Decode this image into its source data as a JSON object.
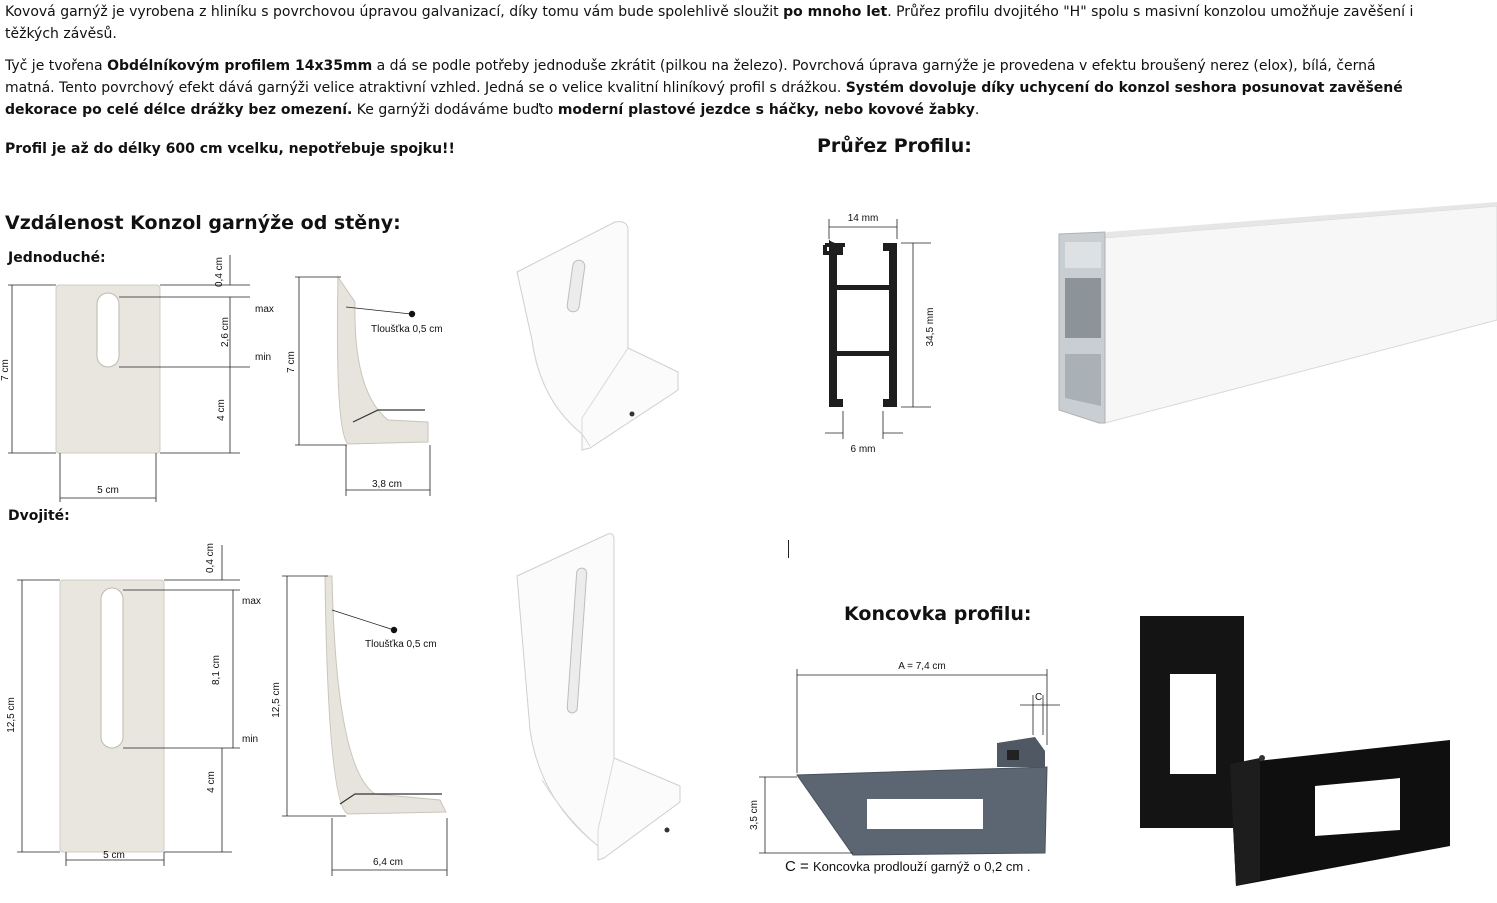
{
  "intro": {
    "p1_a": "Kovová garnýž je vyrobena z hliníku s povrchovou úpravou galvanizací, díky tomu vám bude spolehlivě sloužit ",
    "p1_b": "po mnoho let",
    "p1_c": ". Průřez profilu dvojitého \"H\" spolu s masivní konzolou umožňuje zavěšení i těžkých závěsů.",
    "p2_a": " Tyč je tvořena ",
    "p2_b": "Obdélníkovým profilem 14x35mm",
    "p2_c": " a dá se podle potřeby jednoduše zkrátit (pilkou na železo). Povrchová úprava garnýže je provedena v efektu broušený nerez (elox), bílá, černá matná. Tento povrchový efekt dává garnýži velice atraktivní vzhled. Jedná se o velice kvalitní hliníkový profil s drážkou. ",
    "p2_d": "Systém dovoluje díky uchycení do konzol seshora posunovat zavěšené dekorace po celé délce drážky bez omezení.",
    "p2_e": " Ke garnýži dodáváme buďto ",
    "p2_f": "moderní plastové jezdce s háčky, nebo kovové žabky",
    "p2_g": ".",
    "p3": "Profil je až do délky 600 cm vcelku, nepotřebuje spojku!!"
  },
  "headings": {
    "wall_distance": "Vzdálenost Konzol garnýže od stěny:",
    "single": "Jednoduché:",
    "double": "Dvojité:",
    "cross_section": "Průřez Profilu:",
    "end_cap": "Koncovka profilu:"
  },
  "single_bracket": {
    "top": "0,4 cm",
    "max": "max",
    "slot": "2,6 cm",
    "min": "min",
    "lower": "4 cm",
    "height": "7 cm",
    "width": "5 cm",
    "side_height": "7 cm",
    "thickness": "Tloušťka 0,5 cm",
    "depth": "3,8 cm"
  },
  "double_bracket": {
    "top": "0,4 cm",
    "max": "max",
    "slot": "8,1 cm",
    "min": "min",
    "lower": "4 cm",
    "height": "12,5 cm",
    "width": "5 cm",
    "side_height": "12,5 cm",
    "thickness": "Tloušťka 0,5 cm",
    "depth": "6,4 cm"
  },
  "profile": {
    "width": "14 mm",
    "height": "34,5 mm",
    "slot": "6 mm"
  },
  "endcap": {
    "length": "A = 7,4 cm",
    "c_label": "C",
    "height": "3,5 cm",
    "note_c": "C = ",
    "note_text": "Koncovka prodlouží garnýž o 0,2 cm ."
  }
}
